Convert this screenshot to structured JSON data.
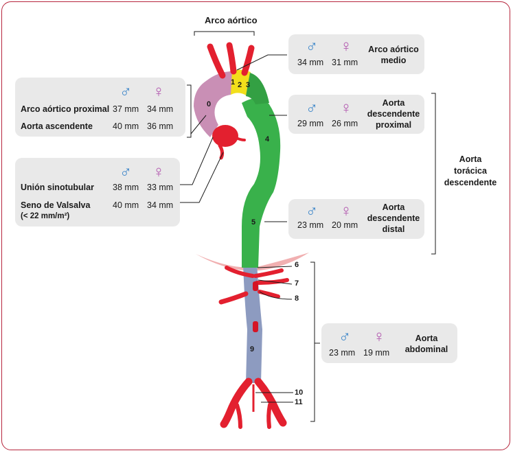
{
  "colors": {
    "border": "#b5243b",
    "box_bg": "#e9e9e9",
    "male": "#3d86c9",
    "female": "#b359b0",
    "arch_proximal": "#c98fb5",
    "arch_mid": "#f2df1b",
    "descending_thoracic": "#39b14b",
    "abdominal": "#8d9bc0",
    "vessels": "#e3202f"
  },
  "icons": {
    "male": "♂",
    "female": "♀"
  },
  "top_label": "Arco aórtico",
  "right_group_label": [
    "Aorta",
    "torácica",
    "descendente"
  ],
  "boxes": {
    "proximal": {
      "rows": [
        {
          "label": "Arco aórtico proximal",
          "male": "37 mm",
          "female": "34 mm"
        },
        {
          "label": "Aorta ascendente",
          "male": "40 mm",
          "female": "36 mm"
        }
      ]
    },
    "sinus": {
      "rows": [
        {
          "label": "Unión sinotubular",
          "male": "38 mm",
          "female": "33 mm"
        },
        {
          "label": "Seno de Valsalva",
          "male": "40 mm",
          "female": "34 mm"
        }
      ],
      "note": "(< 22 mm/m²)"
    },
    "arch_mid": {
      "title": [
        "Arco aórtico",
        "medio"
      ],
      "male": "34 mm",
      "female": "31 mm"
    },
    "desc_proximal": {
      "title": [
        "Aorta",
        "descendente",
        "proximal"
      ],
      "male": "29 mm",
      "female": "26 mm"
    },
    "desc_distal": {
      "title": [
        "Aorta",
        "descendente",
        "distal"
      ],
      "male": "23 mm",
      "female": "20 mm"
    },
    "abdominal": {
      "title": [
        "Aorta",
        "abdominal"
      ],
      "male": "23 mm",
      "female": "19 mm"
    }
  },
  "segments": {
    "s0": "0",
    "s1": "1",
    "s2": "2",
    "s3": "3",
    "s4": "4",
    "s5": "5",
    "s6": "6",
    "s7": "7",
    "s8": "8",
    "s9": "9",
    "s10": "10",
    "s11": "11"
  }
}
